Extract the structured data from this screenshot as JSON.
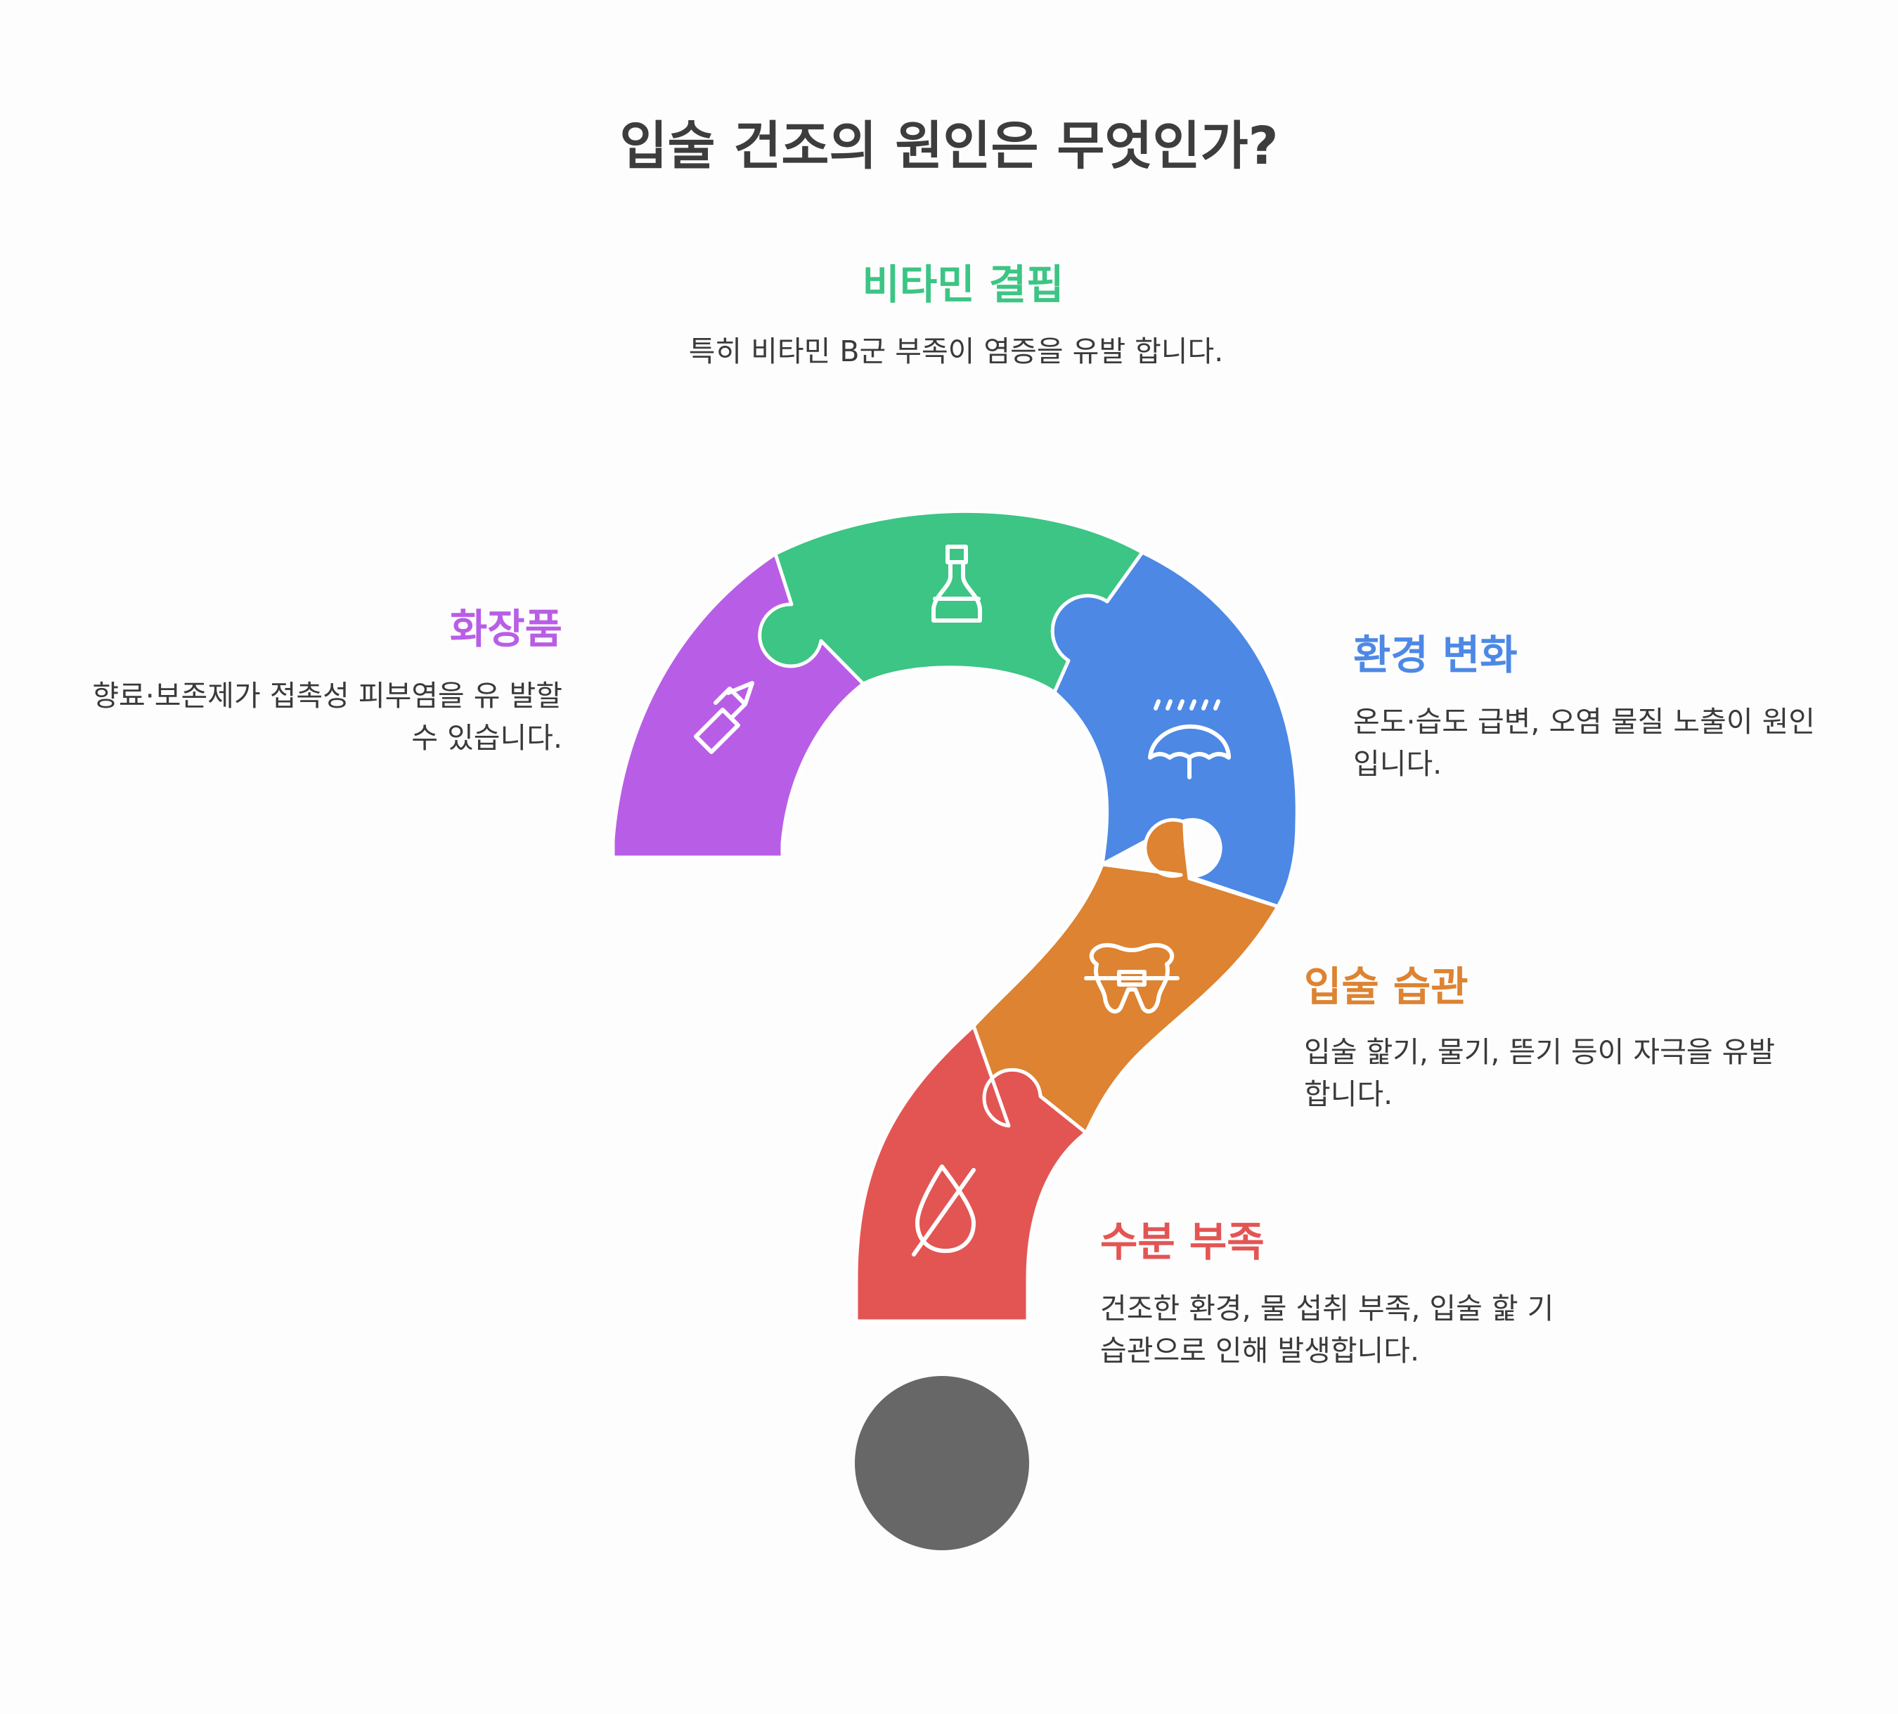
{
  "title": "입술 건조의 원인은 무엇인가?",
  "segments": [
    {
      "key": "vitamin",
      "label": "비타민 결핍",
      "description": "특히 비타민 B군 부족이 염증을 유발 합니다.",
      "color": "#3cc584",
      "icon": "bottle-icon"
    },
    {
      "key": "cosmetics",
      "label": "화장품",
      "description": "향료·보존제가 접촉성 피부염을 유 발할 수 있습니다.",
      "color": "#b85ee6",
      "icon": "lipstick-icon"
    },
    {
      "key": "environment",
      "label": "환경 변화",
      "description": "온도·습도 급변, 오염 물질 노출이 원인입니다.",
      "color": "#4d88e5",
      "icon": "umbrella-rain-icon"
    },
    {
      "key": "lip_habits",
      "label": "입술 습관",
      "description": "입술 핥기, 물기, 뜯기 등이 자극을 유발합니다.",
      "color": "#dd8331",
      "icon": "teeth-braces-icon"
    },
    {
      "key": "dehydration",
      "label": "수분 부족",
      "description": "건조한 환경, 물 섭취 부족, 입술 핥 기 습관으로 인해 발생합니다.",
      "color": "#e35553",
      "icon": "no-water-drop-icon"
    }
  ],
  "dot_color": "#676767"
}
